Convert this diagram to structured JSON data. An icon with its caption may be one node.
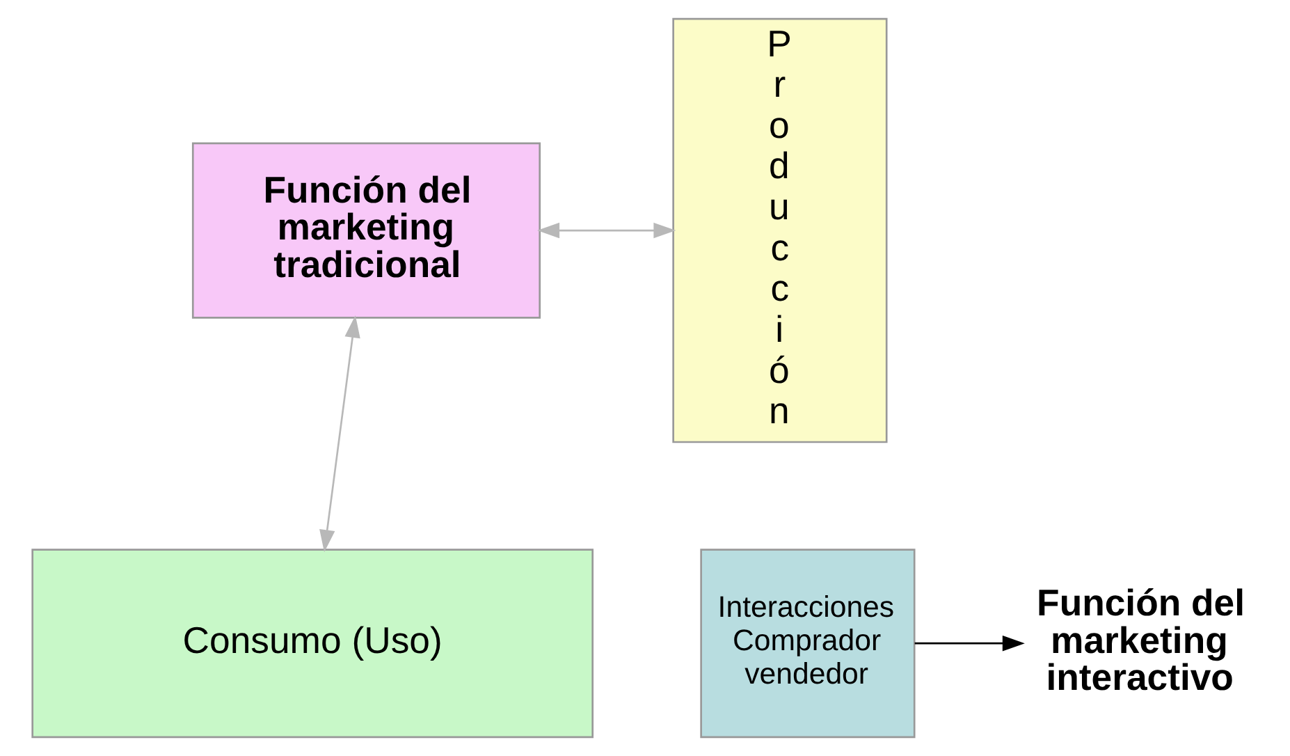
{
  "diagram": {
    "nodes": [
      {
        "text": [
          "Función del marketing tradicional"
        ]
      },
      {
        "text": [
          "Producción"
        ]
      },
      {
        "text": [
          "Consumo (Uso)"
        ]
      },
      {
        "text": [
          "Interacciones Comprador vendedor"
        ]
      },
      {
        "text": [
          "Función del marketing interactivo"
        ]
      }
    ],
    "edges": [
      {
        "from": 0,
        "to": 1,
        "arrow": "both",
        "color": "#b8b8b8"
      },
      {
        "from": 0,
        "to": 2,
        "arrow": "both",
        "color": "#b8b8b8"
      },
      {
        "from": 3,
        "to": 4,
        "arrow": "to",
        "color": "#000000"
      }
    ]
  }
}
